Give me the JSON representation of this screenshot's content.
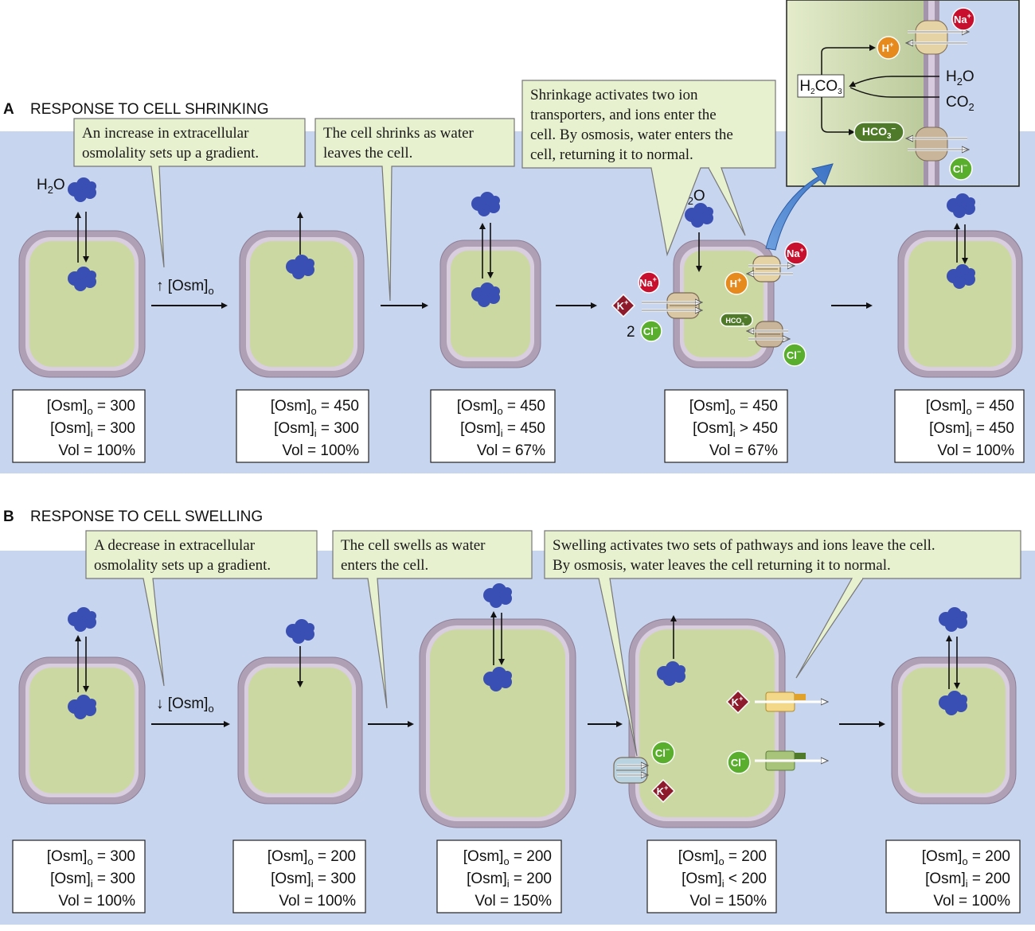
{
  "colors": {
    "band": "#c7d5ee",
    "cytoplasm": "#cbd8a1",
    "membrane": "#b0a0b6",
    "water": "#3a4fb3",
    "callout": "#e7f0cf",
    "na": "#c8102e",
    "k": "#8e1b2b",
    "h": "#e78a1e",
    "cl": "#5aae2e",
    "hco3": "#4f7a2a"
  },
  "sections": {
    "a": {
      "letter": "A",
      "title": "RESPONSE TO CELL SHRINKING",
      "callouts": [
        [
          "An increase in extracellular",
          "osmolality sets up a gradient."
        ],
        [
          "The cell shrinks as water",
          "leaves the cell."
        ],
        [
          "Shrinkage activates two ion",
          "transporters, and ions enter the",
          "cell. By osmosis, water enters the",
          "cell, returning it to normal."
        ]
      ],
      "change": "↑ [Osm]",
      "change_sub": "o",
      "h2o": "H",
      "panels": [
        {
          "out": "= 300",
          "in": "= 300",
          "vol": "Vol = 100%"
        },
        {
          "out": "= 450",
          "in": "= 300",
          "vol": "Vol = 100%"
        },
        {
          "out": "= 450",
          "in": "= 450",
          "vol": "Vol = 67%"
        },
        {
          "out": "= 450",
          "in": "> 450",
          "vol": "Vol = 67%"
        },
        {
          "out": "= 450",
          "in": "= 450",
          "vol": "Vol = 100%"
        }
      ],
      "inset": {
        "h2co3": "H",
        "h2o": "H",
        "co2": "CO"
      }
    },
    "b": {
      "letter": "B",
      "title": "RESPONSE TO CELL SWELLING",
      "callouts": [
        [
          "A decrease in extracellular",
          "osmolality sets up a gradient."
        ],
        [
          "The cell swells as water",
          "enters the cell."
        ],
        [
          "Swelling activates two sets of pathways and ions leave the cell.",
          "By osmosis, water leaves the cell returning it to normal."
        ]
      ],
      "change": "↓ [Osm]",
      "change_sub": "o",
      "panels": [
        {
          "out": "= 300",
          "in": "= 300",
          "vol": "Vol = 100%"
        },
        {
          "out": "= 200",
          "in": "= 300",
          "vol": "Vol = 100%"
        },
        {
          "out": "= 200",
          "in": "= 200",
          "vol": "Vol = 150%"
        },
        {
          "out": "= 200",
          "in": "< 200",
          "vol": "Vol = 150%"
        },
        {
          "out": "= 200",
          "in": "= 200",
          "vol": "Vol = 100%"
        }
      ]
    }
  },
  "labels": {
    "osm": "[Osm]",
    "osm_out_sub": "o",
    "osm_in_sub": "i",
    "na": "Na",
    "k": "K",
    "h": "H",
    "cl": "Cl",
    "hco3": "HCO",
    "two": "2"
  }
}
